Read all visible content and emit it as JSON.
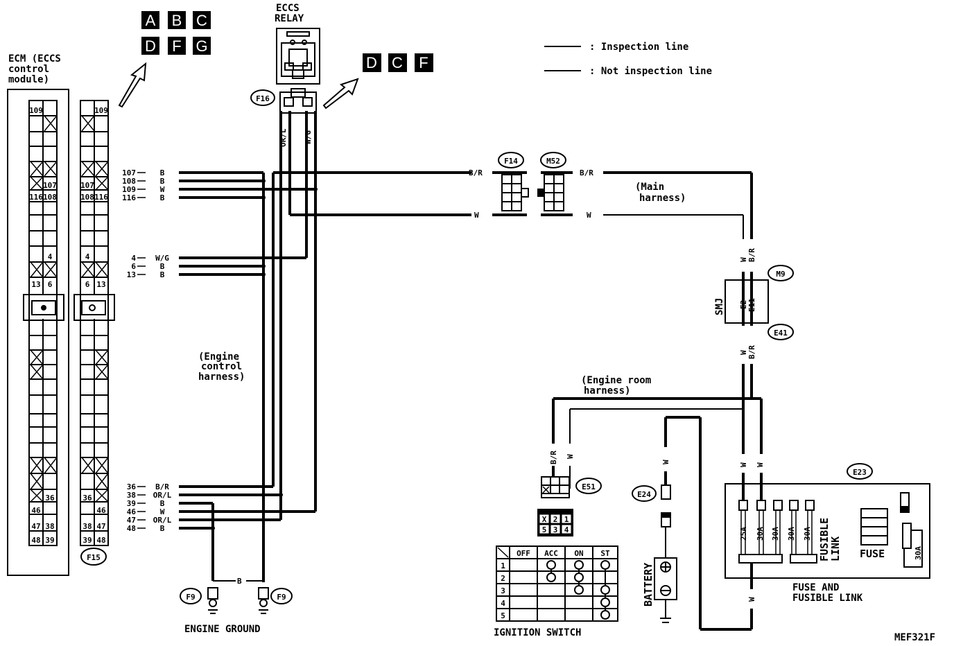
{
  "diagram": {
    "title_code": "MEF321F",
    "legend": {
      "inspection_line": ": Inspection line",
      "not_inspection_line": ": Not inspection line"
    },
    "ecm": {
      "label_line1": "ECM (ECCS",
      "label_line2": "control",
      "label_line3": "module)",
      "connector": "F15"
    },
    "reference_boxes_top": [
      "A",
      "B",
      "C",
      "D",
      "F",
      "G"
    ],
    "reference_boxes_relay": [
      "D",
      "C",
      "F"
    ],
    "relay": {
      "label_line1": "ECCS",
      "label_line2": "RELAY",
      "connector": "F16",
      "wire1": "OR/L",
      "wire2": "W/G"
    },
    "ecm_pins_group1": [
      {
        "pin": "107",
        "color": "B"
      },
      {
        "pin": "108",
        "color": "B"
      },
      {
        "pin": "109",
        "color": "W"
      },
      {
        "pin": "116",
        "color": "B"
      }
    ],
    "ecm_pins_group2": [
      {
        "pin": "4",
        "color": "W/G"
      },
      {
        "pin": "6",
        "color": "B"
      },
      {
        "pin": "13",
        "color": "B"
      }
    ],
    "ecm_pins_group3": [
      {
        "pin": "36",
        "color": "B/R"
      },
      {
        "pin": "38",
        "color": "OR/L"
      },
      {
        "pin": "39",
        "color": "B"
      },
      {
        "pin": "46",
        "color": "W"
      },
      {
        "pin": "47",
        "color": "OR/L"
      },
      {
        "pin": "48",
        "color": "B"
      }
    ],
    "ecm_cells_left": [
      "109",
      "107",
      "116",
      "108",
      "4",
      "13",
      "6",
      "36",
      "46",
      "47",
      "38",
      "48",
      "39"
    ],
    "ecm_cells_right": [
      "109",
      "107",
      "108",
      "116",
      "4",
      "6",
      "13",
      "36",
      "46",
      "38",
      "47",
      "39",
      "48"
    ],
    "harness_engine_control": [
      "(Engine",
      "control",
      "harness)"
    ],
    "harness_main": [
      "(Main",
      "harness)"
    ],
    "harness_engine_room": [
      "(Engine room",
      "harness)"
    ],
    "connectors": {
      "f14": "F14",
      "m52": "M52",
      "m9": "M9",
      "e41": "E41",
      "e51": "E51",
      "e24": "E24",
      "e23": "E23",
      "f9_left": "F9",
      "f9_right": "F9"
    },
    "wire_labels": {
      "br_top_left": "B/R",
      "br_top_right": "B/R",
      "w_bottom_left": "W",
      "w_bottom_right": "W",
      "smj_top_w": "W",
      "smj_top_br": "B/R",
      "smj_bottom_w": "W",
      "smj_bottom_br": "B/R",
      "e51_br": "B/R",
      "e51_w": "W",
      "e24_w": "W",
      "fuse_w": "W",
      "ground_b": "B"
    },
    "smj": {
      "label": "SMJ",
      "pin1": "E2",
      "pin2": "E11"
    },
    "ignition_switch": {
      "title": "IGNITION SWITCH",
      "connector_pins_top": [
        "X",
        "2",
        "1"
      ],
      "connector_pins_bottom": [
        "5",
        "3",
        "4"
      ],
      "columns": [
        "OFF",
        "ACC",
        "ON",
        "ST"
      ],
      "rows": [
        "1",
        "2",
        "3",
        "4",
        "5"
      ],
      "contacts": {
        "ACC": [
          "1",
          "2"
        ],
        "ON": [
          "1",
          "2",
          "3"
        ],
        "ST": [
          "1",
          "3",
          "4",
          "5"
        ]
      }
    },
    "battery": {
      "label": "BATTERY",
      "plus": "+",
      "minus": "-"
    },
    "fuse_block": {
      "title_line1": "FUSE AND",
      "title_line2": "FUSIBLE LINK",
      "fusible_link_line1": "FUSIBLE",
      "fusible_link_line2": "LINK",
      "fuse_label": "FUSE",
      "links": [
        "25A",
        "30A",
        "30A",
        "30A",
        "30A"
      ],
      "side_fuse": "30A"
    },
    "engine_ground": "ENGINE GROUND"
  }
}
